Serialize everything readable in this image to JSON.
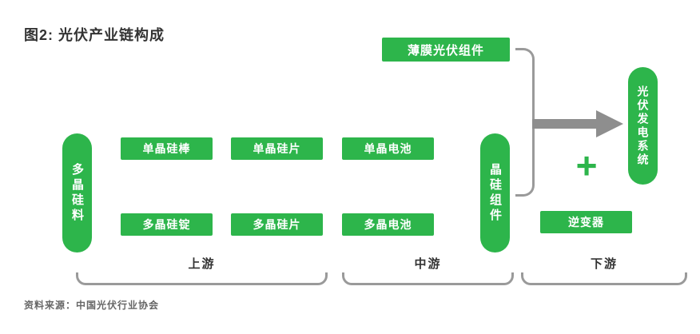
{
  "title": "图2: 光伏产业链构成",
  "source": "资料来源：中国光伏行业协会",
  "chain": {
    "silicon_material": "多晶硅料",
    "mono": [
      "单晶硅棒",
      "单晶硅片",
      "单晶电池"
    ],
    "poly": [
      "多晶硅锭",
      "多晶硅片",
      "多晶电池"
    ],
    "thin_film_module": "薄膜光伏组件",
    "crystalline_module": "晶硅组件",
    "pv_system": "光伏发电系统",
    "inverter": "逆变器",
    "plus_sign": "+"
  },
  "stages": {
    "upstream": "上游",
    "midstream": "中游",
    "downstream": "下游"
  },
  "colors": {
    "green": "#2db54b",
    "arrow_gray": "#8e8e8e",
    "bracket_gray": "#9a9a9a"
  }
}
